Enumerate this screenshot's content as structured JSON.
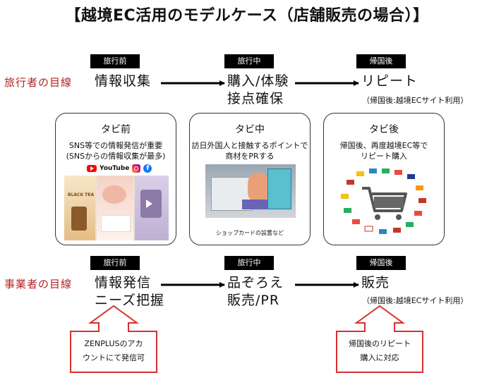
{
  "title": "【越境EC活用のモデルケース（店舗販売の場合）】",
  "rows": {
    "traveler": "旅行者の目線",
    "business": "事業者の目線"
  },
  "traveler_stages": [
    {
      "tag": "旅行前",
      "lines": [
        "情報収集"
      ]
    },
    {
      "tag": "旅行中",
      "lines": [
        "購入/体験",
        "接点確保"
      ]
    },
    {
      "tag": "帰国後",
      "lines": [
        "リピート"
      ]
    }
  ],
  "business_stages": [
    {
      "tag": "旅行前",
      "lines": [
        "情報発信",
        "ニーズ把握"
      ]
    },
    {
      "tag": "旅行中",
      "lines": [
        "品ぞろえ",
        "販売/PR"
      ]
    },
    {
      "tag": "帰国後",
      "lines": [
        "販売"
      ]
    }
  ],
  "note_top": "（帰国後:越境ECサイト利用）",
  "note_bottom": "（帰国後:越境ECサイト利用）",
  "cards": [
    {
      "title": "タビ前",
      "lines": [
        "SNS等での情報発信が重要",
        "(SNSからの情報収集が最多)"
      ],
      "brands": [
        "YouTube"
      ],
      "photo_text": [
        "BLACK TEA"
      ]
    },
    {
      "title": "タビ中",
      "lines": [
        "訪日外国人と接触するポイントで",
        "商材をPRする"
      ],
      "caption": "ショップカードの設置など"
    },
    {
      "title": "タビ後",
      "lines": [
        "帰国後、再度越境EC等で",
        "リピート購入"
      ]
    }
  ],
  "callouts": [
    {
      "lines": [
        "ZENPLUSのアカ",
        "ウントにて発信可"
      ]
    },
    {
      "lines": [
        "帰国後のリピート",
        "購入に対応"
      ]
    }
  ],
  "colors": {
    "accent_red": "#b22222",
    "youtube_red": "#ff0000",
    "facebook_blue": "#1877f2"
  }
}
